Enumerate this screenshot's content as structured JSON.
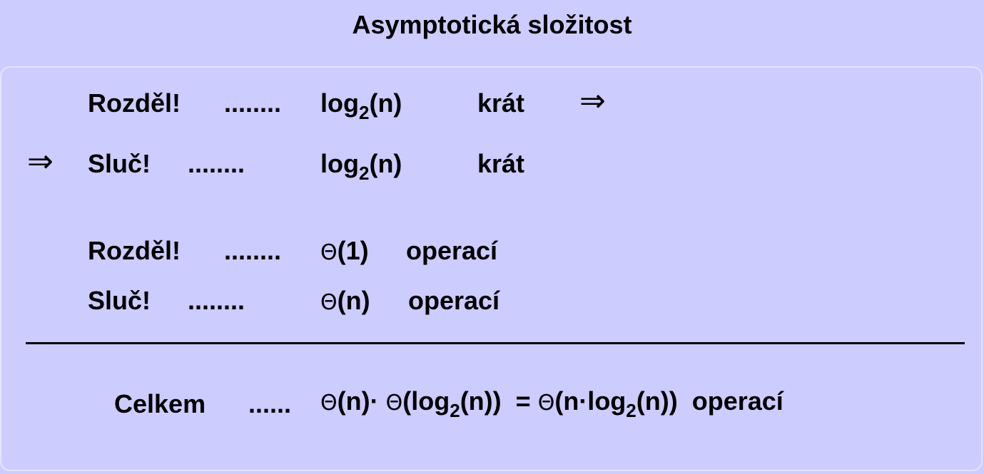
{
  "title": "Asymptotická složitost",
  "rows": {
    "r1": {
      "label": "Rozděl!",
      "dots": "........",
      "expr_pre": "log",
      "expr_sub": "2",
      "expr_post": "(n)",
      "word": "krát",
      "arrow": "⇒"
    },
    "r2": {
      "arrow": "⇒",
      "label": "Sluč!",
      "dots": "........",
      "expr_pre": "log",
      "expr_sub": "2",
      "expr_post": "(n)",
      "word": "krát"
    },
    "r3": {
      "label": "Rozděl!",
      "dots": "........",
      "theta": "Θ",
      "expr": "(1)",
      "word": "operací"
    },
    "r4": {
      "label": "Sluč!",
      "dots": "........",
      "theta": "Θ",
      "expr": "(n)",
      "word": "operací"
    }
  },
  "total": {
    "label": "Celkem",
    "dots": "......",
    "theta": "Θ",
    "p1": "(n)·",
    "p2": "(log",
    "sub": "2",
    "p3": "(n))",
    "eq": "=",
    "p4": "(n·log",
    "p5": "(n))",
    "word": "operací"
  }
}
